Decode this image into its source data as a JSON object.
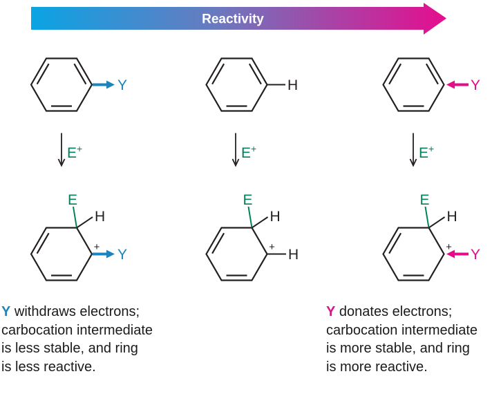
{
  "header": {
    "reactivity_label": "Reactivity",
    "gradient_start": "#0aa4e4",
    "gradient_mid": "#6b79be",
    "gradient_end": "#e60d8e"
  },
  "colors": {
    "withdrawing_blue": "#1c84bd",
    "donating_pink": "#e50c8a",
    "electrophile_green": "#00815a",
    "bond_black": "#231f20"
  },
  "labels": {
    "y": "Y",
    "h": "H",
    "e": "E",
    "e_plus_base": "E",
    "plus_sup": "+",
    "cation_plus": "+"
  },
  "captions": {
    "left": {
      "y_label": "Y",
      "line1_rest": " withdraws electrons;",
      "line2": "carbocation intermediate",
      "line3": "is less stable, and ring",
      "line4": "is less reactive."
    },
    "right": {
      "y_label": "Y",
      "line1_rest": " donates electrons;",
      "line2": "carbocation intermediate",
      "line3": "is more stable, and ring",
      "line4": "is more reactive."
    }
  }
}
